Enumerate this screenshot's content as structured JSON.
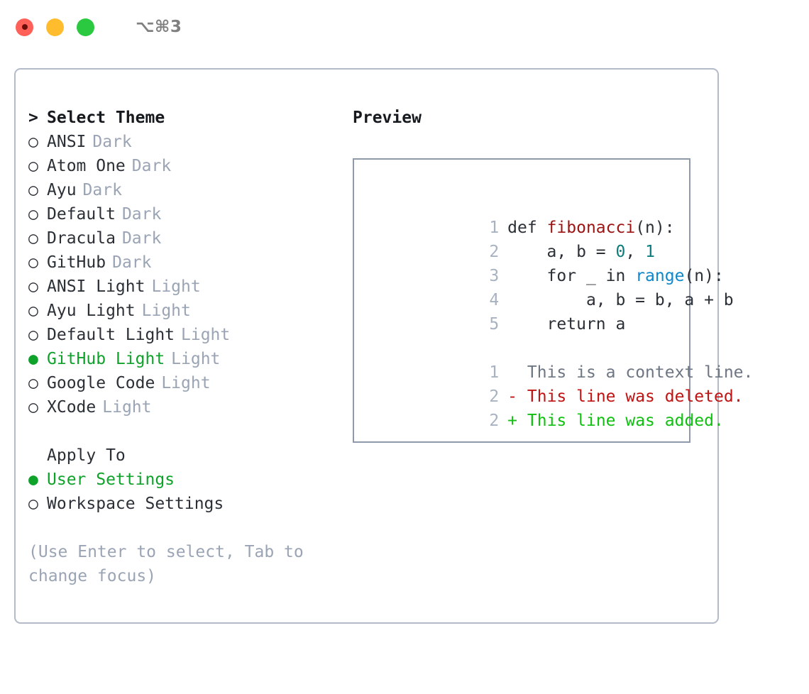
{
  "titlebar": {
    "shortcut": "⌥⌘3",
    "lights": [
      "close",
      "minimize",
      "zoom"
    ]
  },
  "theme_list": {
    "header": "Select Theme",
    "header_marker": ">",
    "marker_off": "○",
    "marker_on": "●",
    "selected_color": "#0fa22a",
    "items": [
      {
        "label": "ANSI",
        "tag": "Dark",
        "selected": false
      },
      {
        "label": "Atom One",
        "tag": "Dark",
        "selected": false
      },
      {
        "label": "Ayu",
        "tag": "Dark",
        "selected": false
      },
      {
        "label": "Default",
        "tag": "Dark",
        "selected": false
      },
      {
        "label": "Dracula",
        "tag": "Dark",
        "selected": false
      },
      {
        "label": "GitHub",
        "tag": "Dark",
        "selected": false
      },
      {
        "label": "ANSI Light",
        "tag": "Light",
        "selected": false
      },
      {
        "label": "Ayu Light",
        "tag": "Light",
        "selected": false
      },
      {
        "label": "Default Light",
        "tag": "Light",
        "selected": false
      },
      {
        "label": "GitHub Light",
        "tag": "Light",
        "selected": true
      },
      {
        "label": "Google Code",
        "tag": "Light",
        "selected": false
      },
      {
        "label": "XCode",
        "tag": "Light",
        "selected": false
      }
    ]
  },
  "apply_to": {
    "header": "Apply To",
    "items": [
      {
        "label": "User Settings",
        "selected": true
      },
      {
        "label": "Workspace Settings",
        "selected": false
      }
    ]
  },
  "hint": "(Use Enter to select, Tab to change focus)",
  "preview": {
    "title": "Preview",
    "code": [
      {
        "n": "1",
        "tokens": [
          {
            "t": "def ",
            "c": "kw"
          },
          {
            "t": "fibonacci",
            "c": "fn"
          },
          {
            "t": "(n):",
            "c": "kw"
          }
        ]
      },
      {
        "n": "2",
        "tokens": [
          {
            "t": "    a, b = ",
            "c": "kw"
          },
          {
            "t": "0",
            "c": "num"
          },
          {
            "t": ", ",
            "c": "kw"
          },
          {
            "t": "1",
            "c": "num"
          }
        ]
      },
      {
        "n": "3",
        "tokens": [
          {
            "t": "    for _ in ",
            "c": "kw"
          },
          {
            "t": "range",
            "c": "bi"
          },
          {
            "t": "(n):",
            "c": "kw"
          }
        ]
      },
      {
        "n": "4",
        "tokens": [
          {
            "t": "        a, b = b, a + b",
            "c": "kw"
          }
        ]
      },
      {
        "n": "5",
        "tokens": [
          {
            "t": "    return a",
            "c": "kw"
          }
        ]
      }
    ],
    "diff": [
      {
        "n": "1",
        "sign": " ",
        "text": "This is a context line.",
        "kind": "ctx"
      },
      {
        "n": "2",
        "sign": "-",
        "text": "This line was deleted.",
        "kind": "del"
      },
      {
        "n": "2",
        "sign": "+",
        "text": "This line was added.",
        "kind": "add"
      }
    ]
  }
}
